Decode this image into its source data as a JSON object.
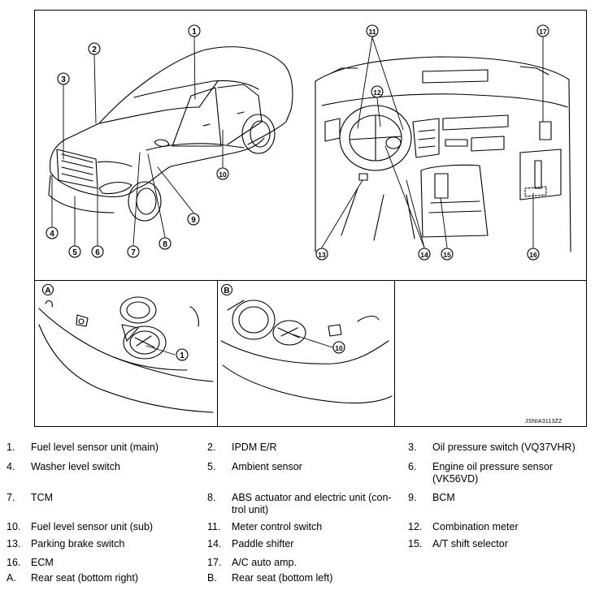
{
  "figure_code": "JSNIA3113ZZ",
  "callouts": [
    "1",
    "2",
    "3",
    "4",
    "5",
    "6",
    "7",
    "8",
    "9",
    "10",
    "11",
    "12",
    "13",
    "14",
    "15",
    "16",
    "17"
  ],
  "panels": {
    "a": "A",
    "b": "B"
  },
  "legend": [
    {
      "num": "1.",
      "text": "Fuel level sensor unit (main)"
    },
    {
      "num": "2.",
      "text": "IPDM E/R"
    },
    {
      "num": "3.",
      "text": "Oil pressure switch (VQ37VHR)"
    },
    {
      "num": "4.",
      "text": "Washer level switch"
    },
    {
      "num": "5.",
      "text": "Ambient sensor"
    },
    {
      "num": "6.",
      "text": "Engine oil pressure sensor (VK56VD)"
    },
    {
      "num": "7.",
      "text": "TCM"
    },
    {
      "num": "8.",
      "text": "ABS actuator and electric unit (con-trol unit)"
    },
    {
      "num": "9.",
      "text": "BCM"
    },
    {
      "num": "10.",
      "text": "Fuel level sensor unit (sub)"
    },
    {
      "num": "11.",
      "text": "Meter control switch"
    },
    {
      "num": "12.",
      "text": "Combination meter"
    },
    {
      "num": "13.",
      "text": "Parking brake switch"
    },
    {
      "num": "14.",
      "text": "Paddle shifter"
    },
    {
      "num": "15.",
      "text": "A/T shift selector"
    },
    {
      "num": "16.",
      "text": "ECM"
    },
    {
      "num": "17.",
      "text": "A/C auto amp."
    },
    {
      "num": "A.",
      "text": "Rear seat (bottom right)"
    },
    {
      "num": "B.",
      "text": "Rear seat (bottom left)"
    }
  ]
}
